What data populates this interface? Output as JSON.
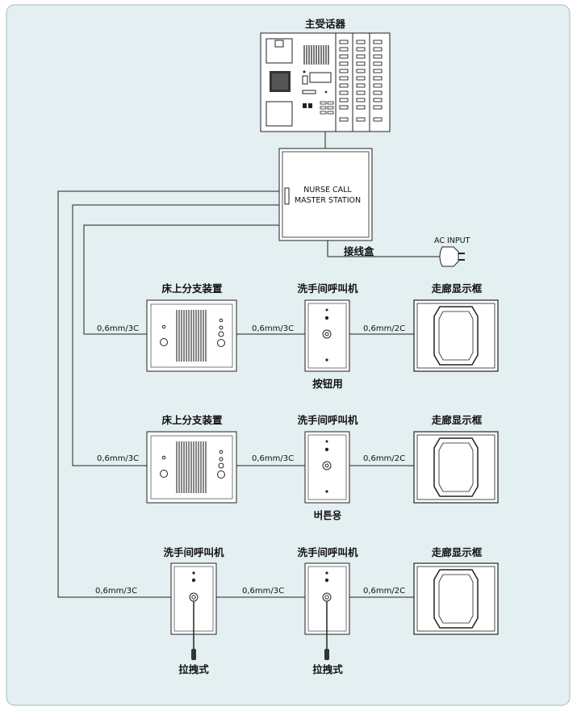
{
  "master": {
    "title": "主受话器"
  },
  "junction": {
    "title": "接线盒",
    "inner_line1": "NURSE CALL",
    "inner_line2": "MASTER STATION",
    "ac_input": "AC INPUT"
  },
  "row1": {
    "bed_title": "床上分支装置",
    "bath_title": "洗手间呼叫机",
    "bath_sub": "按钮用",
    "corr_title": "走廊显示框",
    "cable_left": "0,6mm/3C",
    "cable_mid": "0,6mm/3C",
    "cable_right": "0,6mm/2C"
  },
  "row2": {
    "bed_title": "床上分支装置",
    "bath_title": "洗手间呼叫机",
    "bath_sub": "버튼용",
    "corr_title": "走廊显示框",
    "cable_left": "0,6mm/3C",
    "cable_mid": "0,6mm/3C",
    "cable_right": "0,6mm/2C"
  },
  "row3": {
    "bath1_title": "洗手间呼叫机",
    "bath1_sub": "拉拽式",
    "bath2_title": "洗手间呼叫机",
    "bath2_sub": "拉拽式",
    "corr_title": "走廊显示框",
    "cable_left": "0,6mm/3C",
    "cable_mid": "0,6mm/3C",
    "cable_right": "0,6mm/2C"
  },
  "colors": {
    "background": "#e3eff1",
    "frame_border": "#9fbcc3",
    "stroke": "#222222",
    "device_fill": "#ffffff"
  }
}
